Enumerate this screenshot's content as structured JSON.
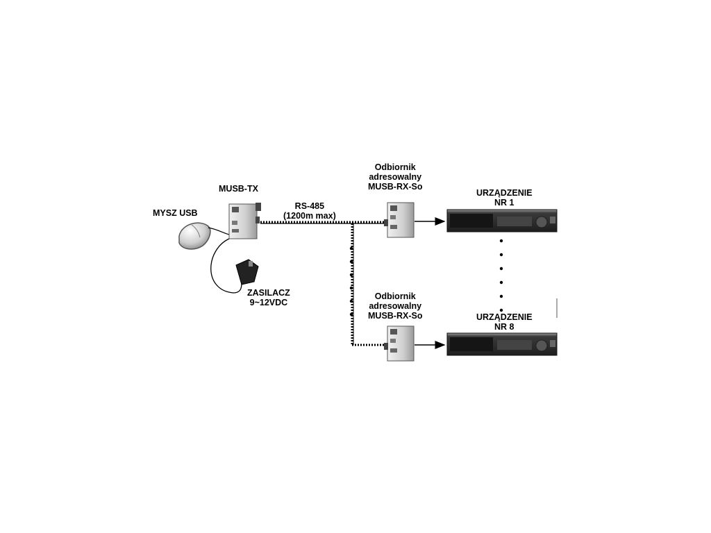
{
  "labels": {
    "mouse": "MYSZ USB",
    "transmitter": "MUSB-TX",
    "power_line1": "ZASILACZ",
    "power_line2": "9~12VDC",
    "bus_line1": "RS-485",
    "bus_line2": "(1200m max)",
    "receiver1": [
      "Odbiornik",
      "adresowalny",
      "MUSB-RX-So"
    ],
    "receiver8": [
      "Odbiornik",
      "adresowalny",
      "MUSB-RX-So"
    ],
    "device1": [
      "URZĄDZENIE",
      "NR 1"
    ],
    "device8": [
      "URZĄDZENIE",
      "NR 8"
    ]
  },
  "colors": {
    "box_light": "#d9d9d9",
    "box_dark": "#8c8c8c",
    "dvr_body": "#5a5a5a",
    "dvr_dark": "#2b2b2b",
    "line": "#000000"
  },
  "icons": {
    "mouse": "usb-mouse-icon",
    "transmitter": "transmitter-box-icon",
    "power": "power-adapter-icon",
    "receiver": "receiver-box-icon",
    "device": "dvr-recorder-icon"
  }
}
